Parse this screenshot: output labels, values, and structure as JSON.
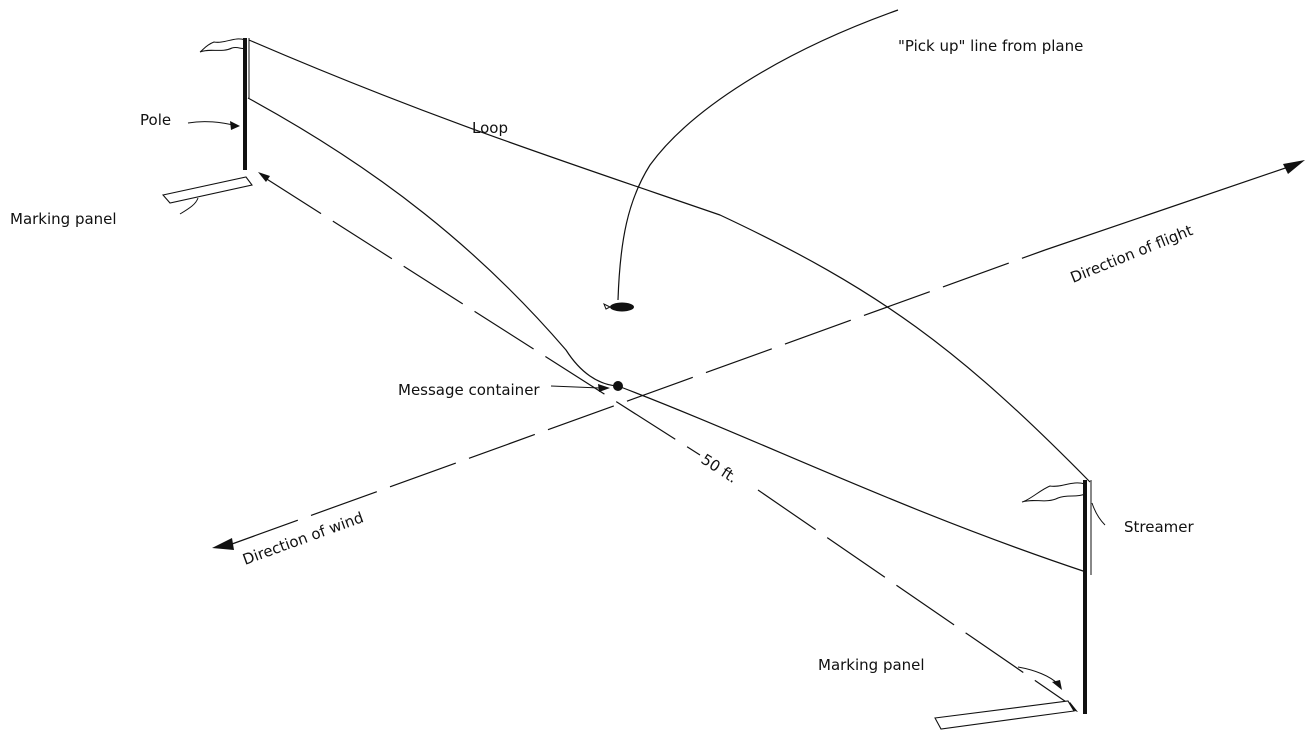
{
  "labels": {
    "pickup_line": "\"Pick up\" line from plane",
    "loop": "Loop",
    "pole": "Pole",
    "marking_panel_left": "Marking panel",
    "direction_of_flight": "Direction of flight",
    "message_container": "Message container",
    "distance": "50 ft.",
    "direction_of_wind": "Direction of wind",
    "streamer": "Streamer",
    "marking_panel_right": "Marking panel"
  },
  "colors": {
    "ink": "#111111",
    "paper": "#ffffff"
  }
}
